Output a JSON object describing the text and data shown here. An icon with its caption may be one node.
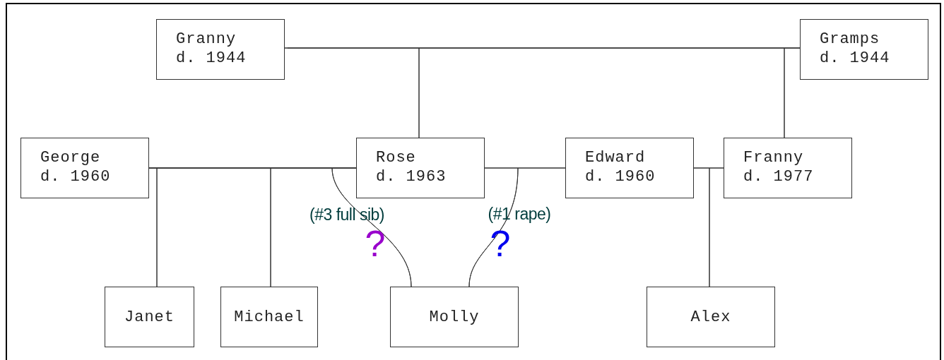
{
  "diagram": {
    "nodes": [
      {
        "text": [
          "Granny",
          "d. 1944"
        ]
      },
      {
        "text": [
          "Gramps",
          "d. 1944"
        ]
      },
      {
        "text": [
          "George",
          "d. 1960"
        ]
      },
      {
        "text": [
          "Rose",
          "d. 1963"
        ]
      },
      {
        "text": [
          "Edward",
          "d. 1960"
        ]
      },
      {
        "text": [
          "Franny",
          "d. 1977"
        ]
      },
      {
        "text": [
          "Janet"
        ]
      },
      {
        "text": [
          "Michael"
        ]
      },
      {
        "text": [
          "Molly"
        ]
      },
      {
        "text": [
          "Alex"
        ]
      }
    ],
    "edges": [
      {
        "from": 0,
        "to": 1,
        "arrow": "none"
      },
      {
        "from": 0,
        "to": 3,
        "arrow": "none"
      },
      {
        "from": 1,
        "to": 3,
        "arrow": "none"
      },
      {
        "from": 0,
        "to": 5,
        "arrow": "none"
      },
      {
        "from": 1,
        "to": 5,
        "arrow": "none"
      },
      {
        "from": 2,
        "to": 3,
        "arrow": "none"
      },
      {
        "from": 2,
        "to": 6,
        "arrow": "none"
      },
      {
        "from": 3,
        "to": 6,
        "arrow": "none"
      },
      {
        "from": 2,
        "to": 7,
        "arrow": "none"
      },
      {
        "from": 3,
        "to": 7,
        "arrow": "none"
      },
      {
        "from": 2,
        "to": 8,
        "arrow": "none",
        "label": "(#3 full sib)"
      },
      {
        "from": 3,
        "to": 8,
        "arrow": "none"
      },
      {
        "from": 3,
        "to": 4,
        "arrow": "none"
      },
      {
        "from": 3,
        "to": 8,
        "arrow": "none",
        "label": "(#1 rape)"
      },
      {
        "from": 4,
        "to": 8,
        "arrow": "none"
      },
      {
        "from": 4,
        "to": 5,
        "arrow": "none"
      },
      {
        "from": 4,
        "to": 9,
        "arrow": "none"
      },
      {
        "from": 5,
        "to": 9,
        "arrow": "none"
      }
    ],
    "labels": [
      "?",
      "?"
    ]
  }
}
